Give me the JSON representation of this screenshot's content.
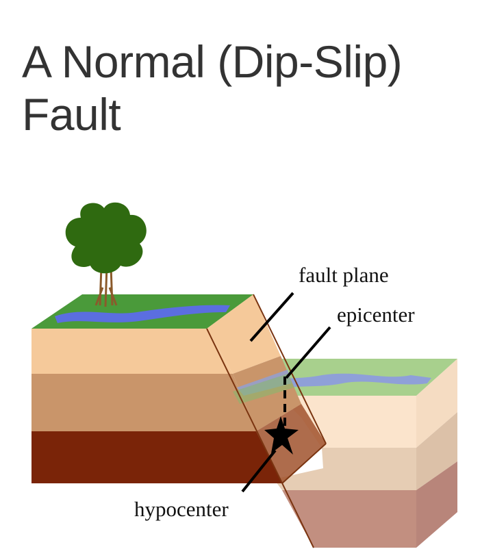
{
  "title": {
    "line1": "A Normal (Dip-Slip)",
    "line2": "Fault"
  },
  "labels": {
    "fault_plane": "fault plane",
    "epicenter": "epicenter",
    "hypocenter": "hypocenter"
  },
  "colors": {
    "grass": "#4a9a3a",
    "grass_light": "#a8d08d",
    "river": "#5b6ee0",
    "river_light": "#8fa0d8",
    "layer_top": "#f5c99a",
    "layer_mid": "#c9956a",
    "layer_bottom": "#7a2408",
    "layer_top_light": "#fbe4cc",
    "layer_mid_light": "#e6cdb4",
    "layer_bottom_light": "#c28f80",
    "tree": "#2f6a10",
    "trunk": "#8b5a2b"
  }
}
